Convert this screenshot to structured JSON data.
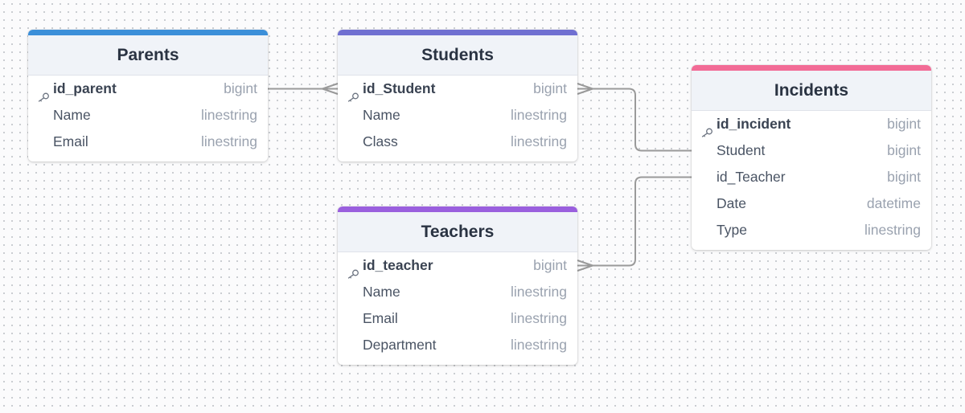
{
  "tables": [
    {
      "id": "parents",
      "title": "Parents",
      "accent": "#3b8fd9",
      "fields": [
        {
          "name": "id_parent",
          "type": "bigint",
          "key": true
        },
        {
          "name": "Name",
          "type": "linestring",
          "key": false
        },
        {
          "name": "Email",
          "type": "linestring",
          "key": false
        }
      ]
    },
    {
      "id": "students",
      "title": "Students",
      "accent": "#6f6fd1",
      "fields": [
        {
          "name": "id_Student",
          "type": "bigint",
          "key": true
        },
        {
          "name": "Name",
          "type": "linestring",
          "key": false
        },
        {
          "name": "Class",
          "type": "linestring",
          "key": false
        }
      ]
    },
    {
      "id": "teachers",
      "title": "Teachers",
      "accent": "#9a5fde",
      "fields": [
        {
          "name": "id_teacher",
          "type": "bigint",
          "key": true
        },
        {
          "name": "Name",
          "type": "linestring",
          "key": false
        },
        {
          "name": "Email",
          "type": "linestring",
          "key": false
        },
        {
          "name": "Department",
          "type": "linestring",
          "key": false
        }
      ]
    },
    {
      "id": "incidents",
      "title": "Incidents",
      "accent": "#f26b96",
      "fields": [
        {
          "name": "id_incident",
          "type": "bigint",
          "key": true
        },
        {
          "name": "Student",
          "type": "bigint",
          "key": false
        },
        {
          "name": "id_Teacher",
          "type": "bigint",
          "key": false
        },
        {
          "name": "Date",
          "type": "datetime",
          "key": false
        },
        {
          "name": "Type",
          "type": "linestring",
          "key": false
        }
      ]
    }
  ],
  "relations": [
    {
      "from": "parents.id_parent",
      "to": "students.id_Student",
      "to_end": "many"
    },
    {
      "from": "incidents.Student",
      "to": "students.id_Student",
      "to_end": "many"
    },
    {
      "from": "incidents.id_Teacher",
      "to": "teachers.id_teacher",
      "to_end": "many"
    }
  ],
  "icons": {
    "primary_key": "key-icon"
  },
  "colors": {
    "connector": "#9a9a9a",
    "background_dot": "#c6c9ce"
  }
}
